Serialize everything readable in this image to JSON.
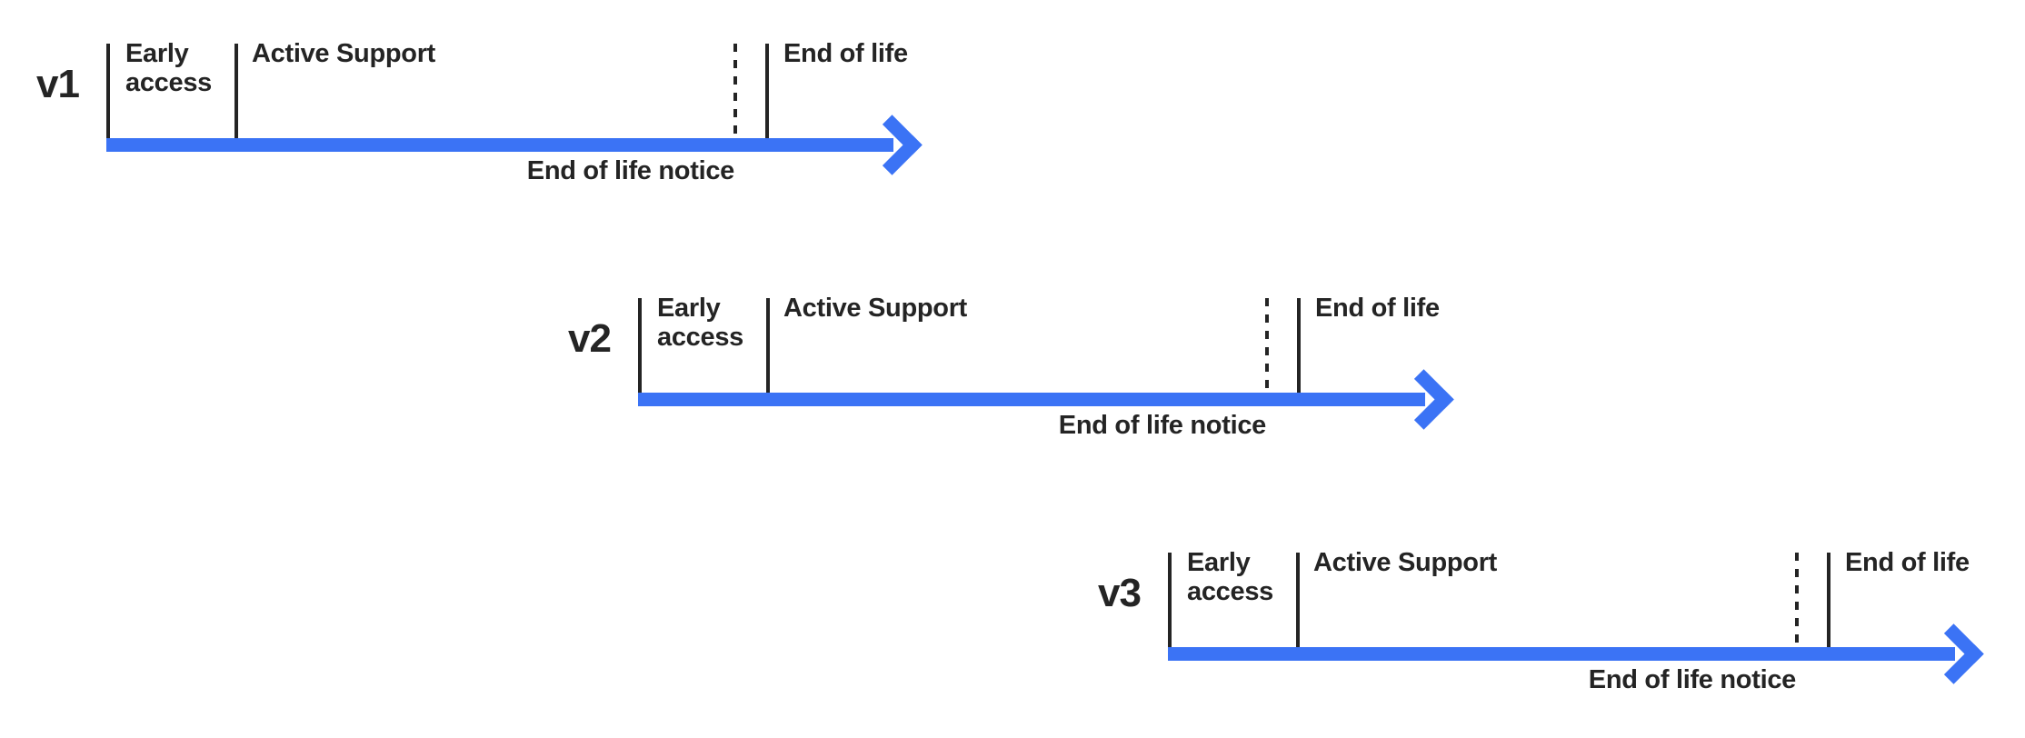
{
  "diagram": {
    "colors": {
      "accent": "#3B73F5",
      "ink": "#242424",
      "background": "#FFFFFF"
    },
    "timelines": [
      {
        "version": "v1",
        "phases": {
          "early_access": "Early access",
          "active_support": "Active Support",
          "end_of_life": "End of life"
        },
        "notice_label": "End of life notice"
      },
      {
        "version": "v2",
        "phases": {
          "early_access": "Early access",
          "active_support": "Active Support",
          "end_of_life": "End of life"
        },
        "notice_label": "End of life notice"
      },
      {
        "version": "v3",
        "phases": {
          "early_access": "Early access",
          "active_support": "Active Support",
          "end_of_life": "End of life"
        },
        "notice_label": "End of life notice"
      }
    ]
  }
}
